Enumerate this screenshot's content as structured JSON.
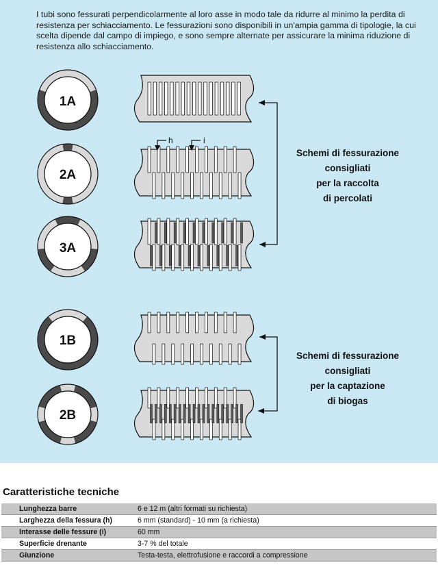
{
  "intro_text": "I tubi sono fessurati perpendicolarmente al loro asse in modo tale da ridurre al minimo la perdita di resistenza per schiacciamento. Le fessurazioni sono disponibili in un'ampia gamma di tipologie, la cui scelta dipende dal campo di impiego, e sono sempre alternate per assicurare la minima riduzione di resistenza allo schiacciamento.",
  "rings": [
    {
      "label": "1A"
    },
    {
      "label": "2A"
    },
    {
      "label": "3A"
    },
    {
      "label": "1B"
    },
    {
      "label": "2B"
    }
  ],
  "dimension_labels": {
    "h": "h",
    "i": "i"
  },
  "groups": [
    {
      "lines": [
        "Schemi di fessurazione",
        "consigliati",
        "per la raccolta",
        "di percolati"
      ]
    },
    {
      "lines": [
        "Schemi di fessurazione",
        "consigliati",
        "per la captazione",
        "di biogas"
      ]
    }
  ],
  "specs": {
    "title": "Caratteristiche tecniche",
    "rows": [
      {
        "label": "Lunghezza barre",
        "value": "6 e 12 m (altri formati su richiesta)"
      },
      {
        "label": "Larghezza della fessura (h)",
        "value": "6 mm (standard) - 10 mm (a richiesta)"
      },
      {
        "label": "Interasse delle fessure (i)",
        "value": "60 mm"
      },
      {
        "label": "Superficie drenante",
        "value": "3-7 % del totale"
      },
      {
        "label": "Giunzione",
        "value": "Testa-testa, elettrofusione e raccordi a compressione"
      }
    ]
  },
  "colors": {
    "panel": "#c9e8f3",
    "ring_dark": "#4a4a4a",
    "ring_light": "#d8d8d8",
    "pipe": "#d9d9d9",
    "slot": "#5a5a5a"
  }
}
